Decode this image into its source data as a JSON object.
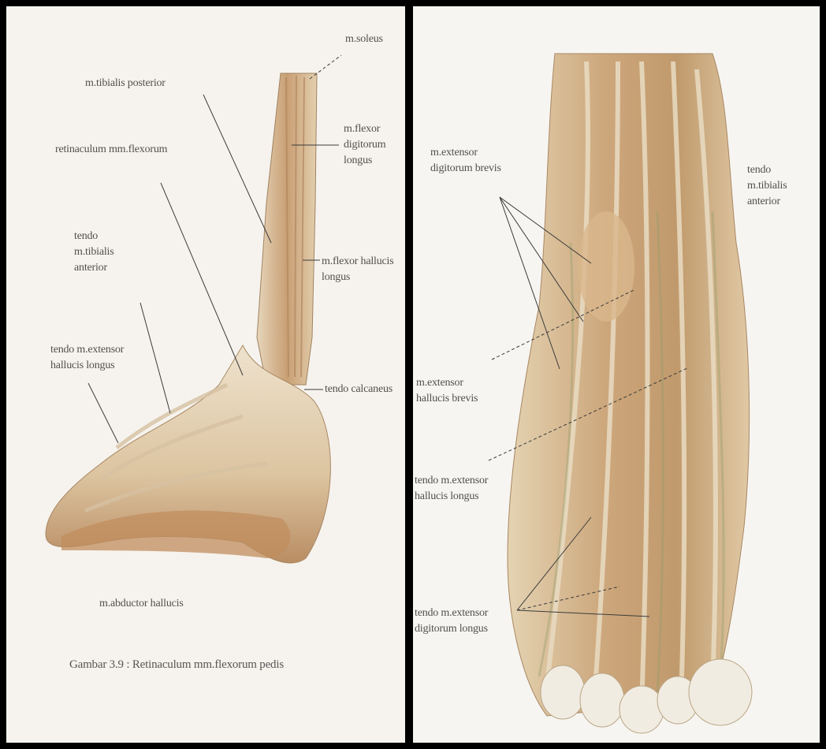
{
  "left_panel": {
    "labels": {
      "soleus": "m.soleus",
      "tibialis_posterior": "m.tibialis posterior",
      "retinaculum": "retinaculum mm.flexorum",
      "flexor_digitorum_1": "m.flexor",
      "flexor_digitorum_2": "digitorum",
      "flexor_digitorum_3": "longus",
      "tendo_tibialis_1": "tendo",
      "tendo_tibialis_2": "m.tibialis",
      "tendo_tibialis_3": "anterior",
      "flexor_hallucis_1": "m.flexor hallucis",
      "flexor_hallucis_2": "longus",
      "tendo_extensor_1": "tendo m.extensor",
      "tendo_extensor_2": "hallucis longus",
      "tendo_calcaneus": "tendo calcaneus",
      "abductor": "m.abductor hallucis"
    },
    "caption": "Gambar 3.9 : Retinaculum mm.flexorum pedis"
  },
  "right_panel": {
    "labels": {
      "ext_dig_brevis_1": "m.extensor",
      "ext_dig_brevis_2": "digitorum brevis",
      "tendo_tibialis_1": "tendo",
      "tendo_tibialis_2": "m.tibialis",
      "tendo_tibialis_3": "anterior",
      "ext_hal_brevis_1": "m.extensor",
      "ext_hal_brevis_2": "hallucis brevis",
      "ext_hal_longus_1": "tendo m.extensor",
      "ext_hal_longus_2": "hallucis longus",
      "ext_dig_longus_1": "tendo m.extensor",
      "ext_dig_longus_2": "digitorum longus"
    }
  },
  "colors": {
    "muscle": "#c9a27a",
    "tendon": "#e8d9bf",
    "skin": "#efe4d1",
    "leader": "#3b3b3b"
  }
}
